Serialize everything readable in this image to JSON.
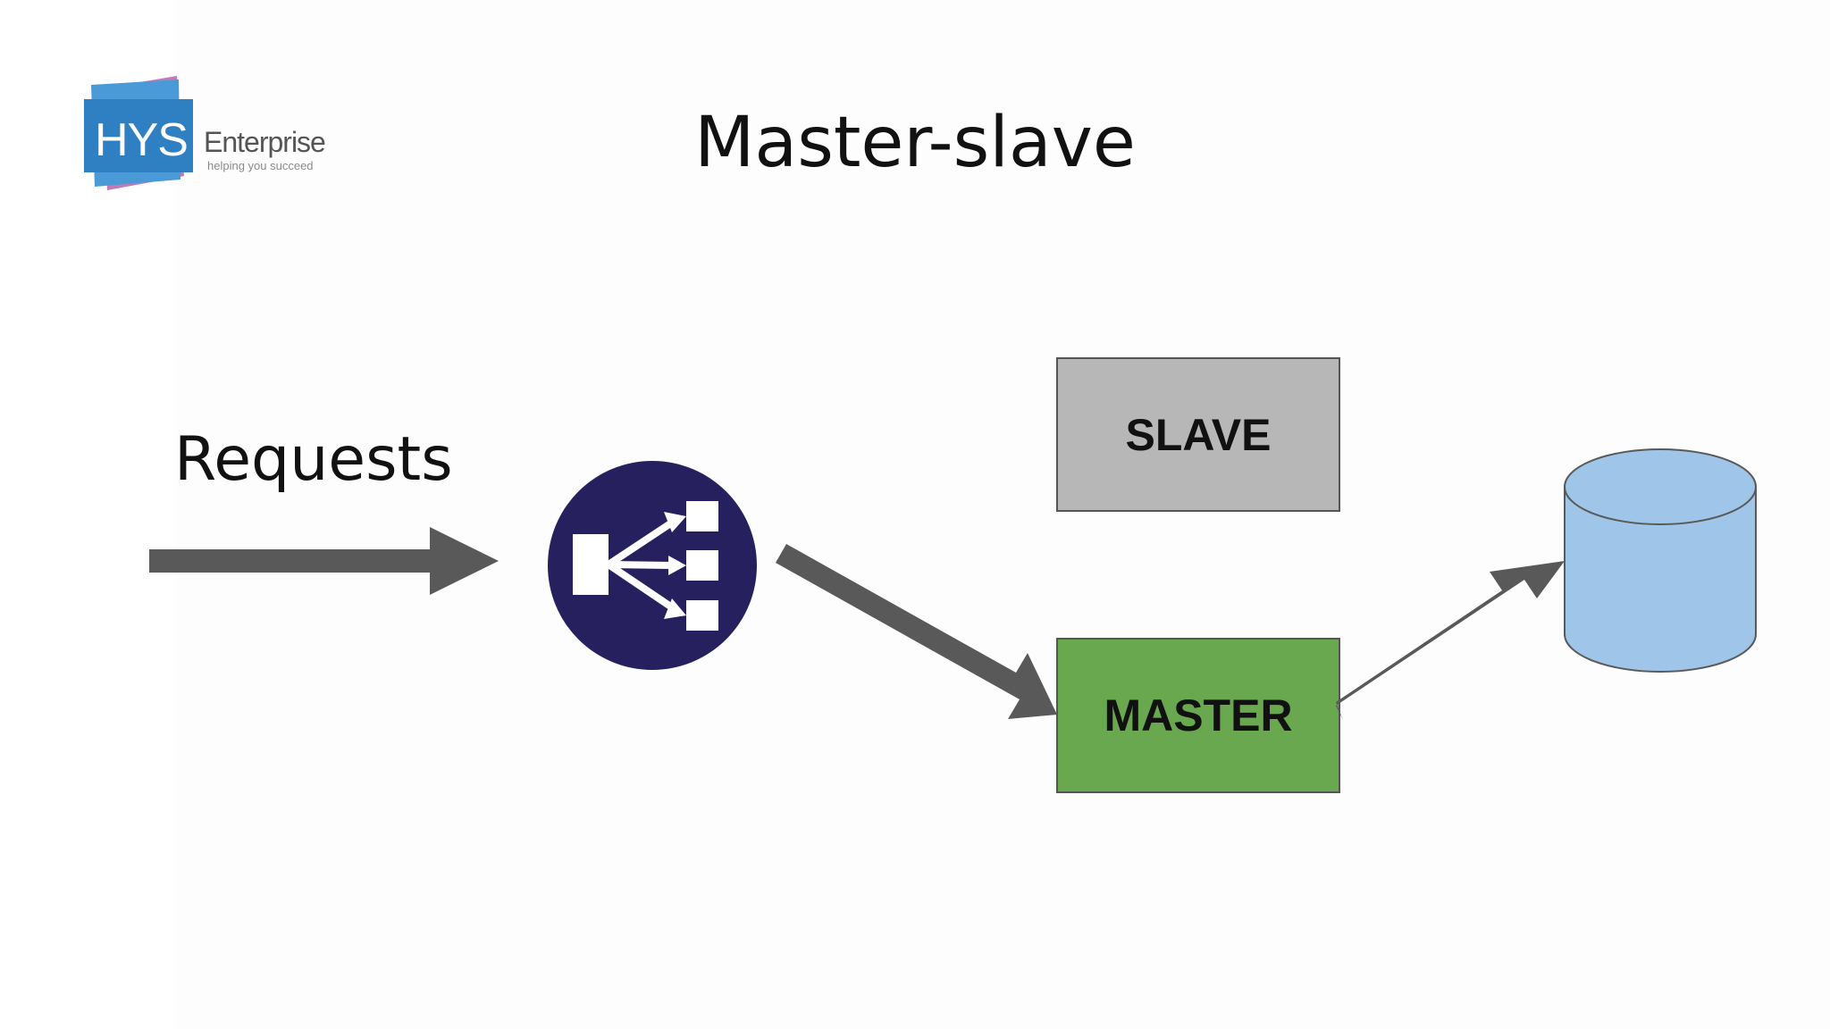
{
  "logo": {
    "mark": "HYS",
    "name": "Enterprise",
    "tagline": "helping you succeed",
    "colors": {
      "blue": "#2f7fc3",
      "light_blue": "#4a9ad8",
      "pink": "#c27bb8"
    }
  },
  "title": "Master-slave",
  "requests_label": "Requests",
  "nodes": {
    "slave": {
      "label": "SLAVE",
      "color": "#b7b7b7"
    },
    "master": {
      "label": "MASTER",
      "color": "#6aa84f"
    }
  },
  "icons": {
    "load_balancer": {
      "name": "load-balancer-icon",
      "color": "#26205f"
    },
    "database": {
      "name": "database-icon",
      "color": "#9fc5e8"
    }
  },
  "arrow_color": "#595959"
}
